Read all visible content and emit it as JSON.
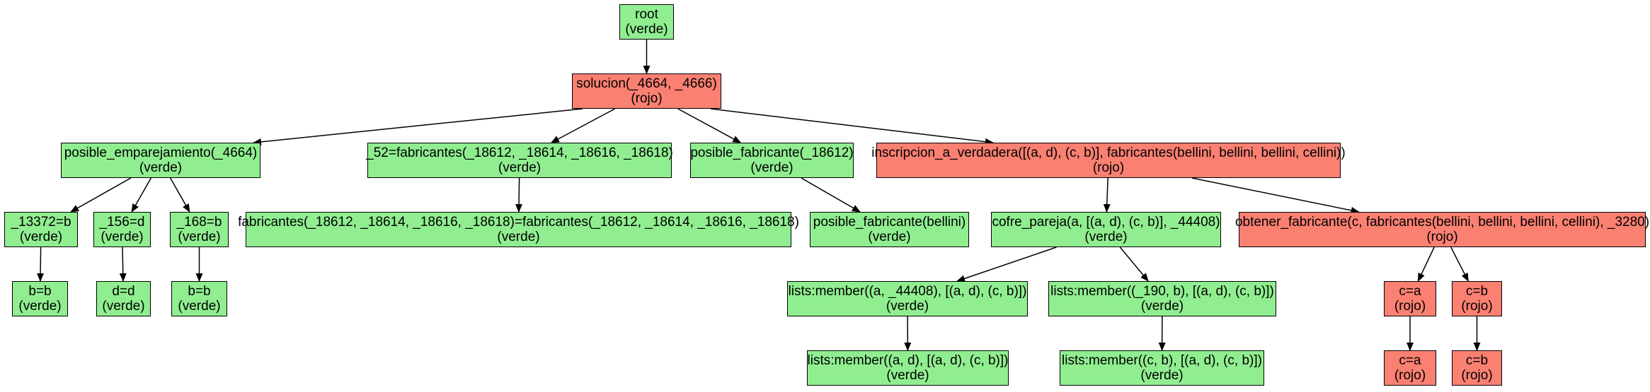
{
  "colors": {
    "verde": "#90ee90",
    "rojo": "#fa8072",
    "edge": "#000000"
  },
  "nodes": {
    "n1": {
      "label": "root",
      "status": "(verde)",
      "color": "verde"
    },
    "n2": {
      "label": "solucion(_4664, _4666)",
      "status": "(rojo)",
      "color": "rojo"
    },
    "n3": {
      "label": "posible_emparejamiento(_4664)",
      "status": "(verde)",
      "color": "verde"
    },
    "n4": {
      "label": "_52=fabricantes(_18612, _18614, _18616, _18618)",
      "status": "(verde)",
      "color": "verde"
    },
    "n5": {
      "label": "posible_fabricante(_18612)",
      "status": "(verde)",
      "color": "verde"
    },
    "n6": {
      "label": "inscripcion_a_verdadera([(a, d), (c, b)], fabricantes(bellini, bellini, bellini, cellini))",
      "status": "(rojo)",
      "color": "rojo"
    },
    "n7": {
      "label": "_13372=b",
      "status": "(verde)",
      "color": "verde"
    },
    "n8": {
      "label": "_156=d",
      "status": "(verde)",
      "color": "verde"
    },
    "n9": {
      "label": "_168=b",
      "status": "(verde)",
      "color": "verde"
    },
    "n10": {
      "label": "fabricantes(_18612, _18614, _18616, _18618)=fabricantes(_18612, _18614, _18616, _18618)",
      "status": "(verde)",
      "color": "verde"
    },
    "n11": {
      "label": "posible_fabricante(bellini)",
      "status": "(verde)",
      "color": "verde"
    },
    "n12": {
      "label": "cofre_pareja(a, [(a, d), (c, b)], _44408)",
      "status": "(verde)",
      "color": "verde"
    },
    "n13": {
      "label": "obtener_fabricante(c, fabricantes(bellini, bellini, bellini, cellini), _3280)",
      "status": "(rojo)",
      "color": "rojo"
    },
    "n14": {
      "label": "b=b",
      "status": "(verde)",
      "color": "verde"
    },
    "n15": {
      "label": "d=d",
      "status": "(verde)",
      "color": "verde"
    },
    "n16": {
      "label": "b=b",
      "status": "(verde)",
      "color": "verde"
    },
    "n17": {
      "label": "lists:member((a, _44408), [(a, d), (c, b)])",
      "status": "(verde)",
      "color": "verde"
    },
    "n18": {
      "label": "lists:member((_190, b), [(a, d), (c, b)])",
      "status": "(verde)",
      "color": "verde"
    },
    "n19": {
      "label": "c=a",
      "status": "(rojo)",
      "color": "rojo"
    },
    "n20": {
      "label": "c=b",
      "status": "(rojo)",
      "color": "rojo"
    },
    "n21": {
      "label": "lists:member((a, d), [(a, d), (c, b)])",
      "status": "(verde)",
      "color": "verde"
    },
    "n22": {
      "label": "lists:member((c, b), [(a, d), (c, b)])",
      "status": "(verde)",
      "color": "verde"
    },
    "n23": {
      "label": "c=a",
      "status": "(rojo)",
      "color": "rojo"
    },
    "n24": {
      "label": "c=b",
      "status": "(rojo)",
      "color": "rojo"
    }
  },
  "edges": [
    [
      "n1",
      "n2"
    ],
    [
      "n2",
      "n3"
    ],
    [
      "n2",
      "n4"
    ],
    [
      "n2",
      "n5"
    ],
    [
      "n2",
      "n6"
    ],
    [
      "n3",
      "n7"
    ],
    [
      "n3",
      "n8"
    ],
    [
      "n3",
      "n9"
    ],
    [
      "n4",
      "n10"
    ],
    [
      "n5",
      "n11"
    ],
    [
      "n6",
      "n12"
    ],
    [
      "n6",
      "n13"
    ],
    [
      "n7",
      "n14"
    ],
    [
      "n8",
      "n15"
    ],
    [
      "n9",
      "n16"
    ],
    [
      "n12",
      "n17"
    ],
    [
      "n12",
      "n18"
    ],
    [
      "n13",
      "n19"
    ],
    [
      "n13",
      "n20"
    ],
    [
      "n17",
      "n21"
    ],
    [
      "n18",
      "n22"
    ],
    [
      "n19",
      "n23"
    ],
    [
      "n20",
      "n24"
    ]
  ]
}
